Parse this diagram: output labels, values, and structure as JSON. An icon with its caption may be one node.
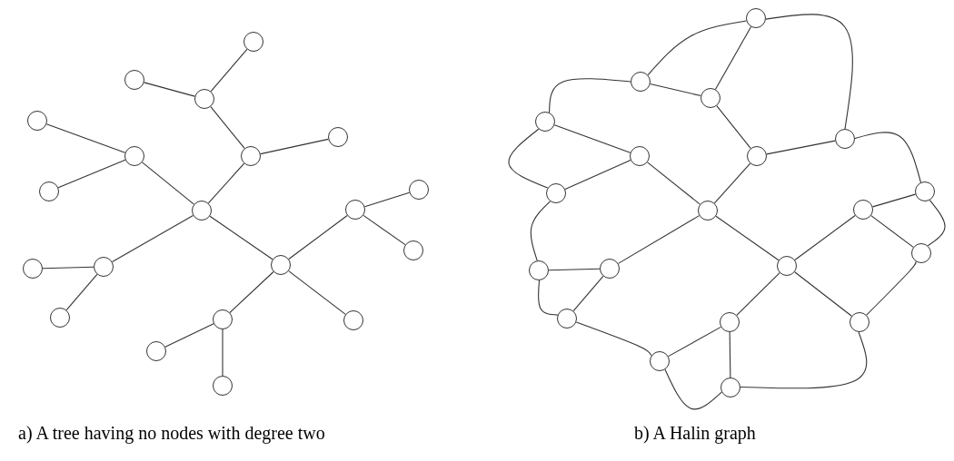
{
  "diagram": {
    "nodes": [
      {
        "text": [],
        "shape": "circle"
      },
      {
        "text": [],
        "shape": "circle"
      },
      {
        "text": [],
        "shape": "circle"
      },
      {
        "text": [],
        "shape": "circle"
      },
      {
        "text": [],
        "shape": "circle"
      },
      {
        "text": [],
        "shape": "circle"
      },
      {
        "text": [],
        "shape": "circle"
      },
      {
        "text": [],
        "shape": "circle"
      },
      {
        "text": [],
        "shape": "circle"
      },
      {
        "text": [],
        "shape": "circle"
      },
      {
        "text": [],
        "shape": "circle"
      },
      {
        "text": [],
        "shape": "circle"
      },
      {
        "text": [],
        "shape": "circle"
      },
      {
        "text": [],
        "shape": "circle"
      },
      {
        "text": [],
        "shape": "circle"
      },
      {
        "text": [],
        "shape": "circle"
      },
      {
        "text": [],
        "shape": "circle"
      },
      {
        "text": [],
        "shape": "circle"
      },
      {
        "text": [],
        "shape": "circle"
      },
      {
        "text": [],
        "shape": "circle"
      },
      {
        "text": [],
        "shape": "circle"
      },
      {
        "text": [],
        "shape": "circle"
      },
      {
        "text": [],
        "shape": "circle"
      },
      {
        "text": [],
        "shape": "circle"
      },
      {
        "text": [],
        "shape": "circle"
      },
      {
        "text": [],
        "shape": "circle"
      },
      {
        "text": [],
        "shape": "circle"
      },
      {
        "text": [],
        "shape": "circle"
      },
      {
        "text": [],
        "shape": "circle"
      },
      {
        "text": [],
        "shape": "circle"
      },
      {
        "text": [],
        "shape": "circle"
      },
      {
        "text": [],
        "shape": "circle"
      },
      {
        "text": [],
        "shape": "circle"
      },
      {
        "text": [],
        "shape": "circle"
      },
      {
        "text": [],
        "shape": "circle"
      },
      {
        "text": [],
        "shape": "circle"
      },
      {
        "text": [],
        "shape": "circle"
      },
      {
        "text": [],
        "shape": "circle"
      },
      {
        "text": [],
        "shape": "circle"
      },
      {
        "text": [],
        "shape": "circle"
      }
    ],
    "edges": [
      {
        "from": 0,
        "to": 1,
        "arrow": "none"
      },
      {
        "from": 1,
        "to": 2,
        "arrow": "none"
      },
      {
        "from": 1,
        "to": 3,
        "arrow": "none"
      },
      {
        "from": 3,
        "to": 4,
        "arrow": "none"
      },
      {
        "from": 3,
        "to": 5,
        "arrow": "none"
      },
      {
        "from": 0,
        "to": 6,
        "arrow": "none"
      },
      {
        "from": 6,
        "to": 7,
        "arrow": "none"
      },
      {
        "from": 6,
        "to": 8,
        "arrow": "none"
      },
      {
        "from": 0,
        "to": 9,
        "arrow": "none"
      },
      {
        "from": 9,
        "to": 10,
        "arrow": "none"
      },
      {
        "from": 9,
        "to": 11,
        "arrow": "none"
      },
      {
        "from": 0,
        "to": 12,
        "arrow": "none"
      },
      {
        "from": 12,
        "to": 13,
        "arrow": "none"
      },
      {
        "from": 13,
        "to": 14,
        "arrow": "none"
      },
      {
        "from": 13,
        "to": 15,
        "arrow": "none"
      },
      {
        "from": 12,
        "to": 16,
        "arrow": "none"
      },
      {
        "from": 12,
        "to": 17,
        "arrow": "none"
      },
      {
        "from": 17,
        "to": 18,
        "arrow": "none"
      },
      {
        "from": 17,
        "to": 19,
        "arrow": "none"
      },
      {
        "from": 20,
        "to": 21,
        "arrow": "none"
      },
      {
        "from": 21,
        "to": 22,
        "arrow": "none"
      },
      {
        "from": 21,
        "to": 23,
        "arrow": "none"
      },
      {
        "from": 23,
        "to": 24,
        "arrow": "none"
      },
      {
        "from": 23,
        "to": 25,
        "arrow": "none"
      },
      {
        "from": 20,
        "to": 26,
        "arrow": "none"
      },
      {
        "from": 26,
        "to": 27,
        "arrow": "none"
      },
      {
        "from": 26,
        "to": 28,
        "arrow": "none"
      },
      {
        "from": 20,
        "to": 29,
        "arrow": "none"
      },
      {
        "from": 29,
        "to": 30,
        "arrow": "none"
      },
      {
        "from": 29,
        "to": 31,
        "arrow": "none"
      },
      {
        "from": 20,
        "to": 32,
        "arrow": "none"
      },
      {
        "from": 32,
        "to": 33,
        "arrow": "none"
      },
      {
        "from": 33,
        "to": 34,
        "arrow": "none"
      },
      {
        "from": 33,
        "to": 35,
        "arrow": "none"
      },
      {
        "from": 32,
        "to": 36,
        "arrow": "none"
      },
      {
        "from": 32,
        "to": 37,
        "arrow": "none"
      },
      {
        "from": 37,
        "to": 38,
        "arrow": "none"
      },
      {
        "from": 37,
        "to": 39,
        "arrow": "none"
      },
      {
        "from": 24,
        "to": 22,
        "arrow": "none"
      },
      {
        "from": 22,
        "to": 34,
        "arrow": "none"
      },
      {
        "from": 34,
        "to": 35,
        "arrow": "none"
      },
      {
        "from": 35,
        "to": 36,
        "arrow": "none"
      },
      {
        "from": 36,
        "to": 39,
        "arrow": "none"
      },
      {
        "from": 39,
        "to": 38,
        "arrow": "none"
      },
      {
        "from": 38,
        "to": 31,
        "arrow": "none"
      },
      {
        "from": 31,
        "to": 30,
        "arrow": "none"
      },
      {
        "from": 30,
        "to": 28,
        "arrow": "none"
      },
      {
        "from": 28,
        "to": 27,
        "arrow": "none"
      },
      {
        "from": 27,
        "to": 25,
        "arrow": "none"
      },
      {
        "from": 25,
        "to": 24,
        "arrow": "none"
      }
    ],
    "labels": [
      "a) A tree having no nodes with degree two",
      "b) A Halin graph"
    ]
  }
}
